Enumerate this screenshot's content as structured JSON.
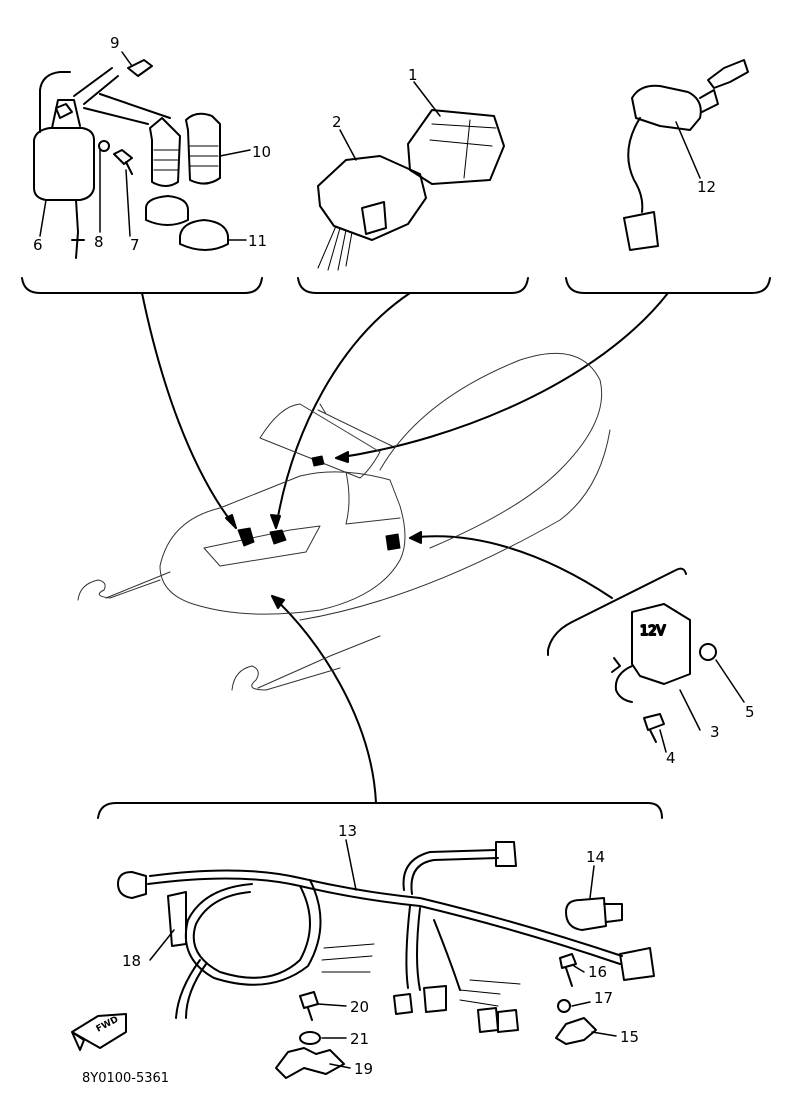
{
  "diagram": {
    "document_code": "8Y0100-5361",
    "forward_marker": "FWD",
    "callouts": [
      "1",
      "2",
      "3",
      "4",
      "5",
      "6",
      "7",
      "8",
      "9",
      "10",
      "11",
      "12",
      "13",
      "14",
      "15",
      "16",
      "17",
      "18",
      "19",
      "20",
      "21"
    ],
    "regulator_text": "12V"
  },
  "colors": {
    "ink": "#000000",
    "paper": "#ffffff"
  }
}
